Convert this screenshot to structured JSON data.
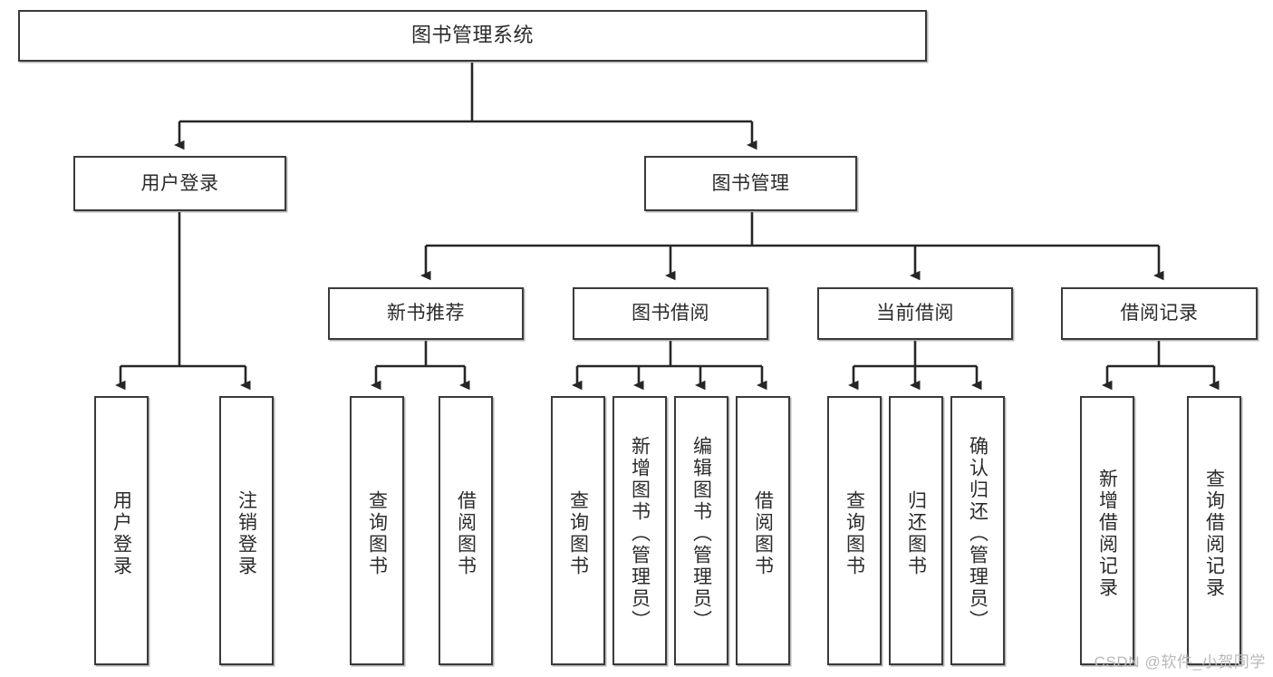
{
  "diagram": {
    "title": "图书管理系统",
    "type": "tree-hierarchy-chart",
    "root": {
      "label": "图书管理系统"
    },
    "level2": [
      {
        "label": "用户登录"
      },
      {
        "label": "图书管理"
      }
    ],
    "level3": [
      {
        "label": "新书推荐"
      },
      {
        "label": "图书借阅"
      },
      {
        "label": "当前借阅"
      },
      {
        "label": "借阅记录"
      }
    ],
    "leaves": {
      "user_login": [
        {
          "label": "用户登录"
        },
        {
          "label": "注销登录"
        }
      ],
      "new_book_recommend": [
        {
          "label": "查询图书"
        },
        {
          "label": "借阅图书"
        }
      ],
      "book_borrow": [
        {
          "label": "查询图书"
        },
        {
          "label": "新增图书（管理员）"
        },
        {
          "label": "编辑图书（管理员）"
        },
        {
          "label": "借阅图书"
        }
      ],
      "current_borrow": [
        {
          "label": "查询图书"
        },
        {
          "label": "归还图书"
        },
        {
          "label": "确认归还（管理员）"
        }
      ],
      "borrow_record": [
        {
          "label": "新增借阅记录"
        },
        {
          "label": "查询借阅记录"
        }
      ]
    }
  },
  "watermark": {
    "text": "CSDN @软件_小贺同学"
  },
  "colors": {
    "box_border": "#3a3a3a",
    "box_fill": "#ffffff",
    "connector": "#262626",
    "text": "#2b2b2b",
    "watermark": "#b9b9b9"
  }
}
